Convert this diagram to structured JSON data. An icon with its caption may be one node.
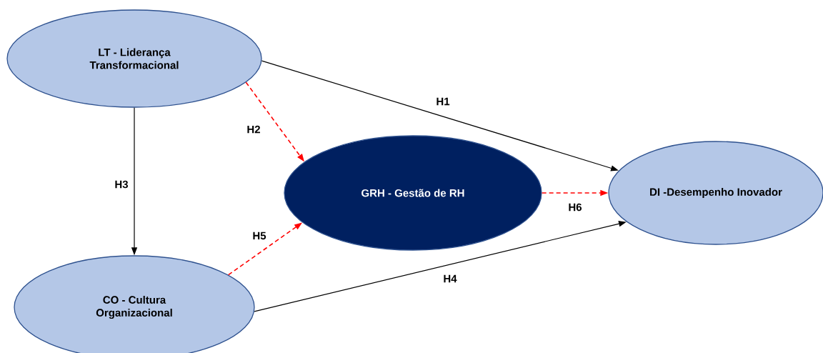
{
  "diagram": {
    "nodes": [
      {
        "text": [
          "LT - Liderança Transformacional"
        ]
      },
      {
        "text": [
          "GRH - Gestão de RH"
        ]
      },
      {
        "text": [
          "DI -Desempenho Inovador"
        ]
      },
      {
        "text": [
          "CO - Cultura Organizacional"
        ]
      }
    ],
    "edges": [
      {
        "from": 0,
        "to": 2,
        "arrow": "to",
        "label": "H1"
      },
      {
        "from": 0,
        "to": 1,
        "arrow": "to",
        "label": "H2",
        "style": "dashed",
        "color": "#ff0000"
      },
      {
        "from": 0,
        "to": 3,
        "arrow": "to",
        "label": "H3"
      },
      {
        "from": 3,
        "to": 2,
        "arrow": "to",
        "label": "H4"
      },
      {
        "from": 3,
        "to": 1,
        "arrow": "to",
        "label": "H5",
        "style": "dashed",
        "color": "#ff0000"
      },
      {
        "from": 1,
        "to": 2,
        "arrow": "to",
        "label": "H6",
        "style": "dashed",
        "color": "#ff0000"
      }
    ]
  }
}
